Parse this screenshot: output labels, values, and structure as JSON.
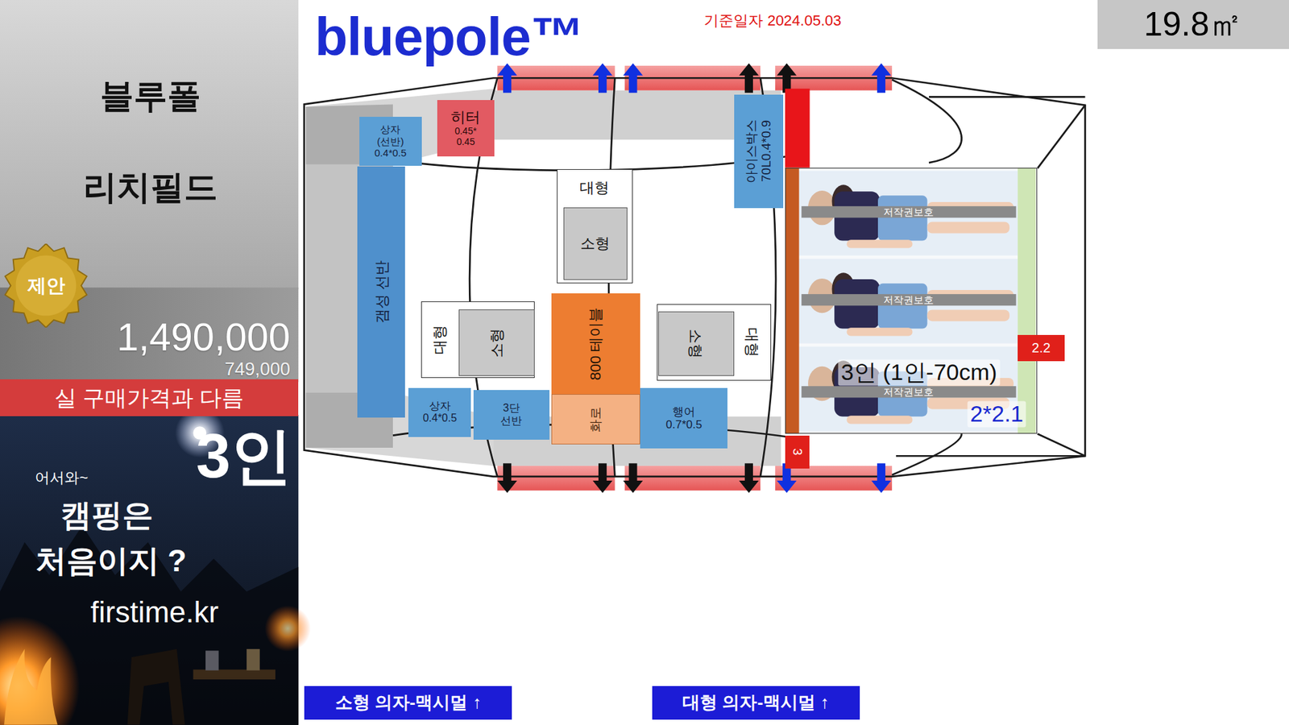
{
  "diagram": {
    "nodes": [
      {
        "text": [
          "19.8㎡"
        ]
      },
      {
        "text": [
          "제안"
        ]
      },
      {
        "text": [
          "실 구매가격과 다름"
        ]
      },
      {
        "text": [
          "상자 (선반) 0.4*0.5"
        ]
      },
      {
        "text": [
          "히터",
          "0.45* 0.45"
        ]
      },
      {
        "text": [
          "갬성 선반"
        ]
      },
      {
        "text": [
          "아이스박스 70L0.4*0.9"
        ]
      },
      {
        "text": [
          "대형"
        ]
      },
      {
        "text": [
          "소형"
        ],
        "in": 7
      },
      {
        "text": [
          "대형"
        ]
      },
      {
        "text": [
          "소형"
        ],
        "in": 9
      },
      {
        "text": [
          "800 테이블"
        ]
      },
      {
        "text": [
          "화로"
        ]
      },
      {
        "text": [
          "대형"
        ]
      },
      {
        "text": [
          "소형"
        ],
        "in": 13
      },
      {
        "text": [
          "상자 0.4*0.5"
        ]
      },
      {
        "text": [
          "3단 선반"
        ]
      },
      {
        "text": [
          "행어 0.7*0.5"
        ]
      },
      {
        "text": [
          "3인 (1인-70cm)",
          "2*2.1"
        ]
      },
      {
        "text": [
          "2.2"
        ]
      },
      {
        "text": [
          "3"
        ]
      },
      {
        "text": [
          "소형 의자-맥시멀 ↑"
        ]
      },
      {
        "text": [
          "대형 의자-맥시멀 ↑"
        ]
      }
    ],
    "labels": [
      "블루폴",
      "리치필드",
      "1,490,000",
      "749,000",
      "3인",
      "어서와~",
      "캠핑은",
      "처음이지 ?",
      "firstime.kr",
      "bluepole™",
      "기준일자 2024.05.03",
      "저작권보호",
      "저작권보호",
      "저작권보호"
    ]
  }
}
